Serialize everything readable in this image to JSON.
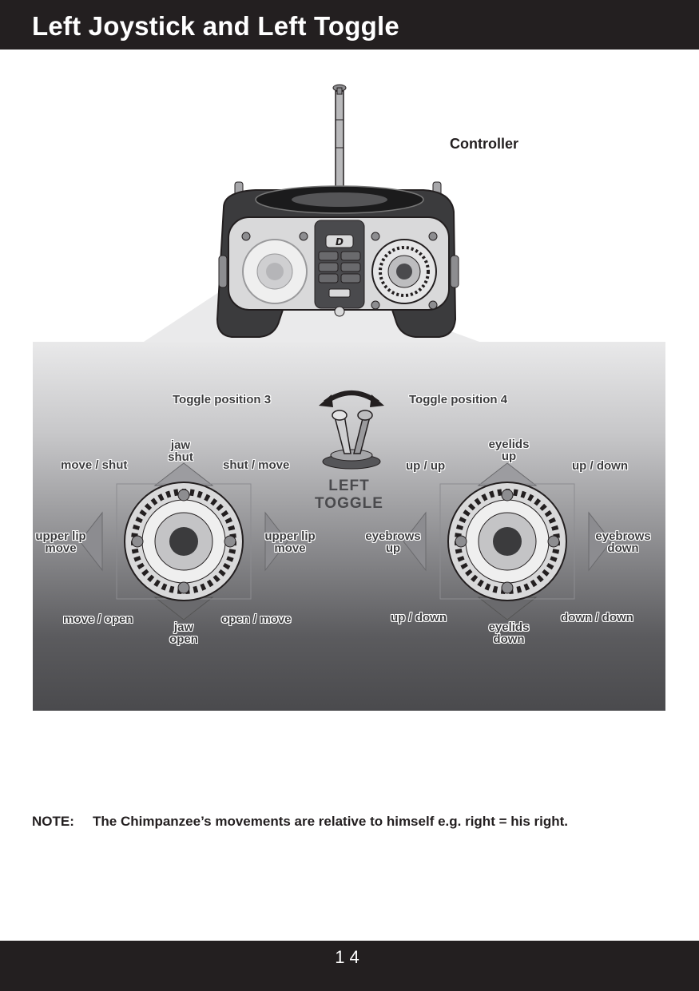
{
  "header": {
    "title": "Left Joystick and Left Toggle"
  },
  "controller": {
    "label": "Controller",
    "logo_letter": "D"
  },
  "toggle": {
    "position_3": "Toggle position 3",
    "position_4": "Toggle position 4",
    "label": "LEFT TOGGLE",
    "label_line1": "LEFT",
    "label_line2": "TOGGLE"
  },
  "left_joystick": {
    "top": [
      "jaw",
      "shut"
    ],
    "top_left": "move / shut",
    "top_right": "shut / move",
    "left": [
      "upper lip",
      "move"
    ],
    "right": [
      "upper lip",
      "move"
    ],
    "bottom_left": "move / open",
    "bottom": [
      "jaw",
      "open"
    ],
    "bottom_right": "open / move"
  },
  "right_joystick": {
    "top": [
      "eyelids",
      "up"
    ],
    "top_left": "up / up",
    "top_right": "up / down",
    "left": [
      "eyebrows",
      "up"
    ],
    "right": [
      "eyebrows",
      "down"
    ],
    "bottom_left": "up / down",
    "bottom": [
      "eyelids",
      "down"
    ],
    "bottom_right": "down / down"
  },
  "note": {
    "label": "NOTE:",
    "text": "The Chimpanzee’s movements are relative to himself e.g. right = his right."
  },
  "footer": {
    "page_number": "14"
  }
}
